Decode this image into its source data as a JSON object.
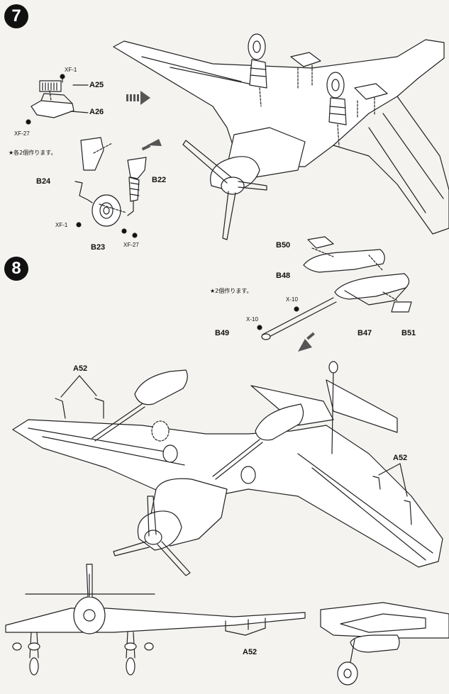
{
  "step7": {
    "number": "7",
    "note": "★各2個作ります。",
    "labels": {
      "xf1_top": "XF-1",
      "a25": "A25",
      "a26": "A26",
      "xf27_left": "XF-27",
      "b24": "B24",
      "b22": "B22",
      "xf1_bottom": "XF-1",
      "b23": "B23",
      "xf27_bottom": "XF-27"
    }
  },
  "step8": {
    "number": "8",
    "note": "★2個作ります。",
    "labels": {
      "b50": "B50",
      "b48": "B48",
      "x10_top": "X-10",
      "x10_bottom": "X-10",
      "b49": "B49",
      "b47": "B47",
      "b51": "B51",
      "a52_left": "A52",
      "a52_right": "A52",
      "a52_bottom": "A52"
    }
  },
  "icons": [
    "arrow-right-icon",
    "arrow-down-left-icon"
  ],
  "colors": {
    "ink": "#111111",
    "paper": "#f4f3f0"
  }
}
